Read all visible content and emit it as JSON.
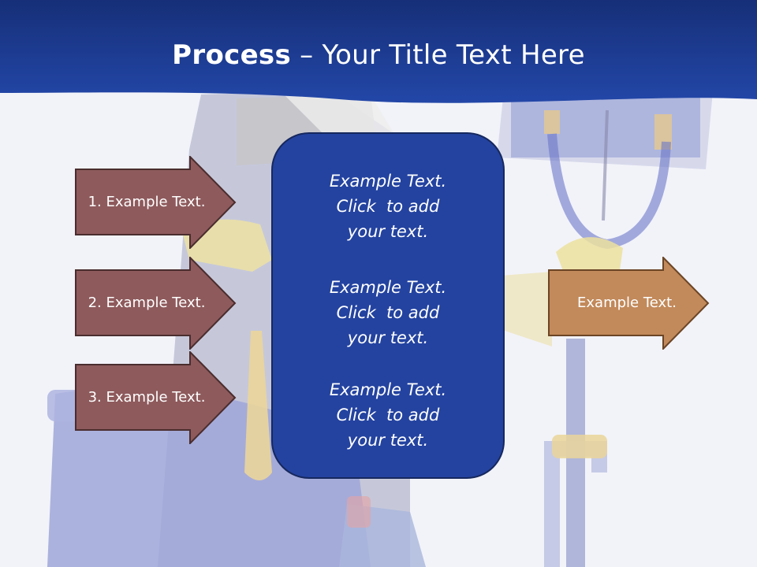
{
  "title": {
    "bold": "Process",
    "rest": " – Your Title Text Here"
  },
  "left_steps": [
    {
      "label": "1. Example Text."
    },
    {
      "label": "2. Example Text."
    },
    {
      "label": "3. Example Text."
    }
  ],
  "center_box": {
    "paragraphs": [
      {
        "line1": "Example Text.",
        "line2": "Click  to add",
        "line3": "your text."
      },
      {
        "line1": "Example Text.",
        "line2": "Click  to add",
        "line3": "your text."
      },
      {
        "line1": "Example Text.",
        "line2": "Click  to add",
        "line3": "your text."
      }
    ]
  },
  "right_arrow": {
    "label": "Example Text."
  },
  "colors": {
    "header_blue": "#1f40a0",
    "center_box_fill": "#2443a0",
    "left_arrow_fill": "#8e5a5c",
    "right_arrow_fill": "#c2895a"
  }
}
